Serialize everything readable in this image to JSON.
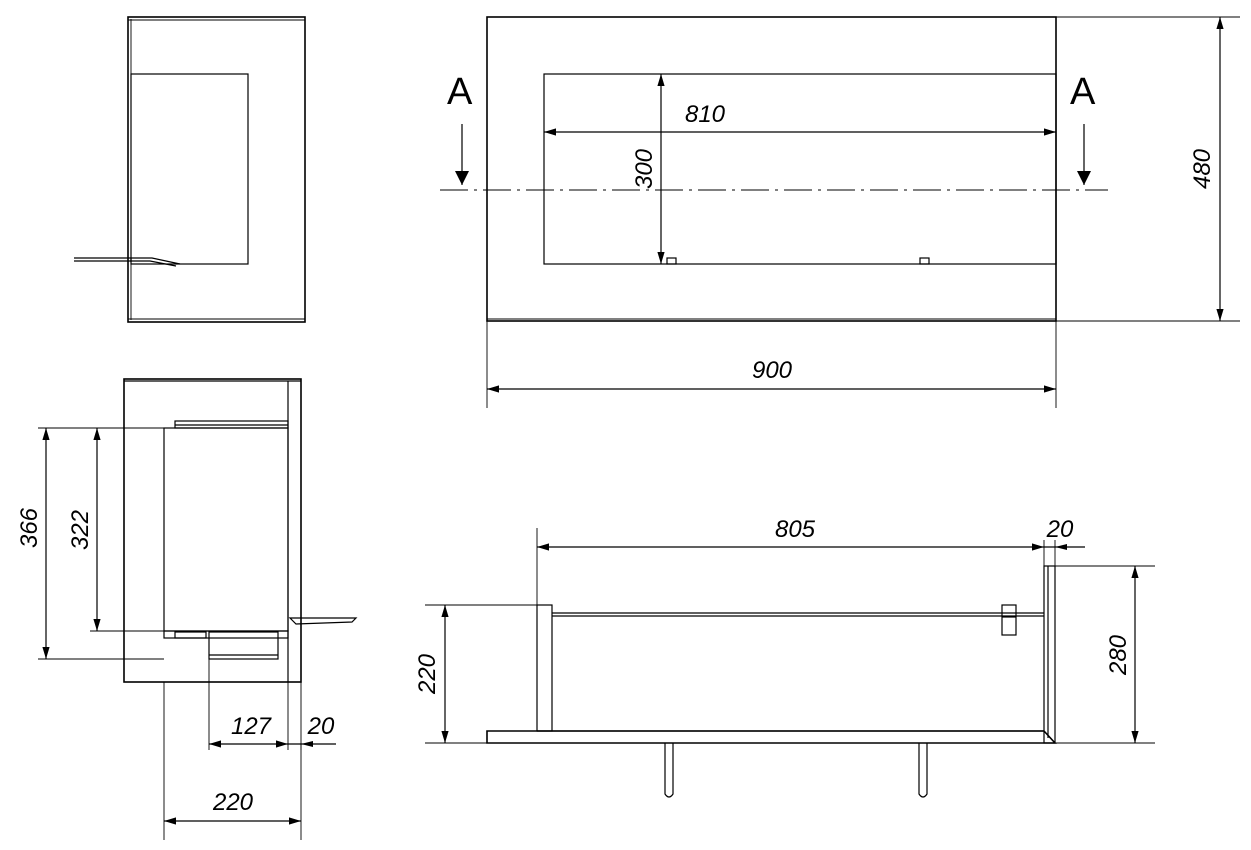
{
  "dimensions": {
    "front_outer_width": "900",
    "front_outer_height": "480",
    "front_opening_width": "810",
    "front_opening_height": "300",
    "side_total_height": "366",
    "side_inner_height": "322",
    "side_depth_127": "127",
    "side_depth_20": "20",
    "side_total_depth": "220",
    "section_width": "805",
    "section_wall": "20",
    "section_height": "280",
    "section_inner_height": "220"
  },
  "section_marks": {
    "left": "A",
    "right": "A"
  }
}
